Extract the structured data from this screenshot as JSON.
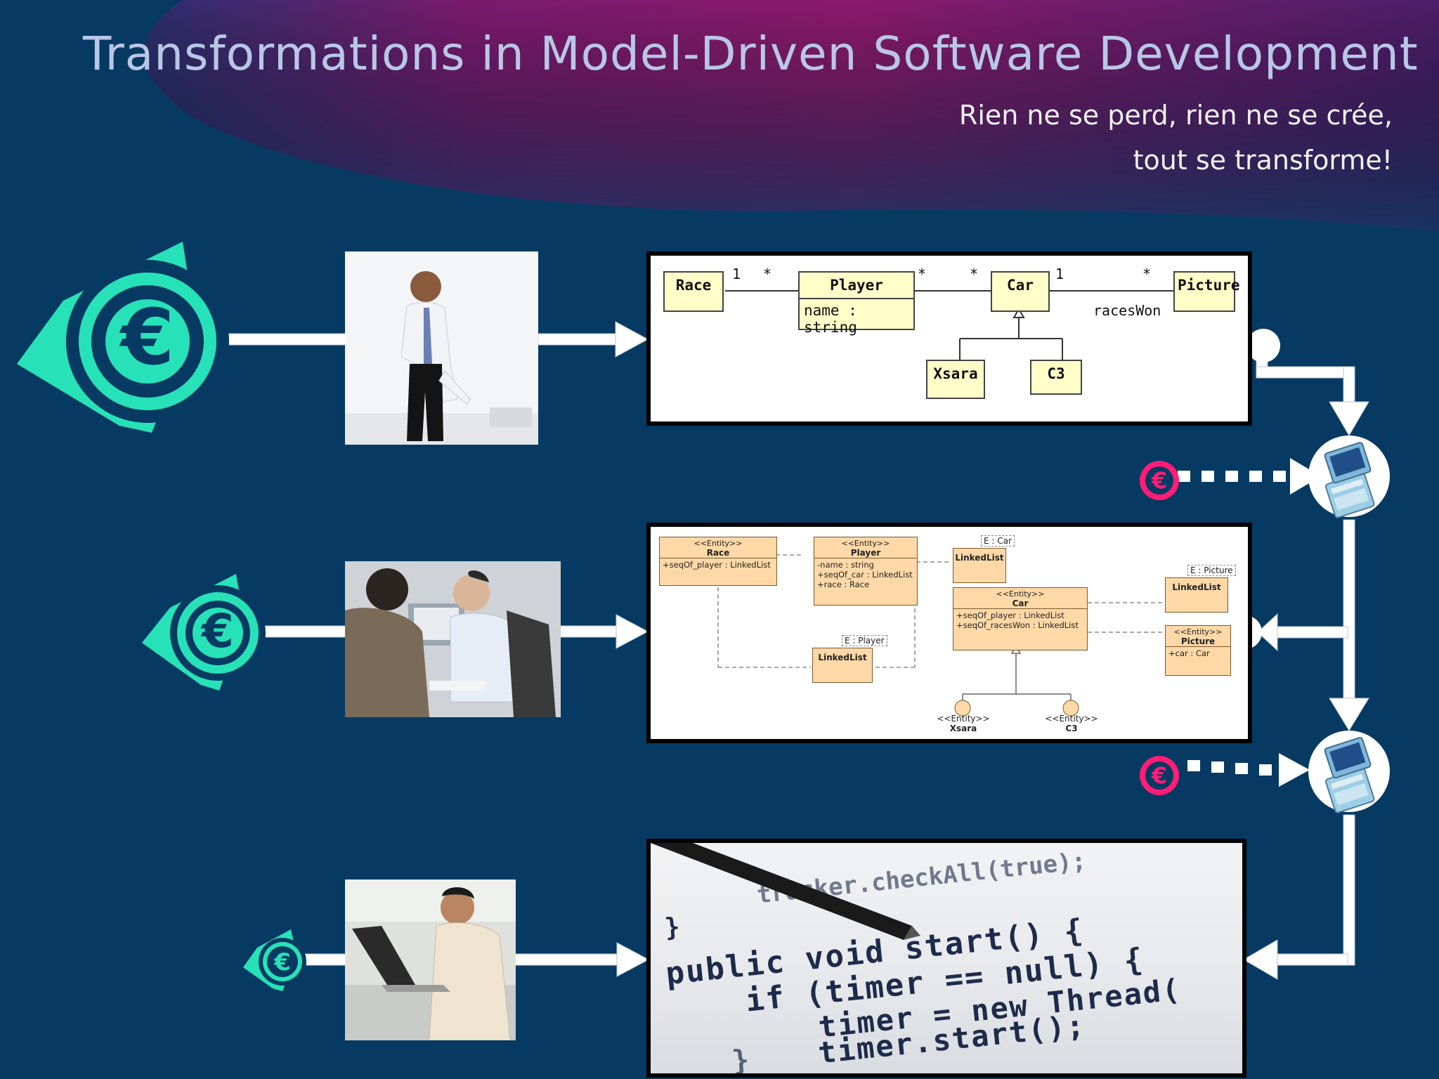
{
  "header": {
    "title": "Transformations in Model-Driven Software Development",
    "subtitle_line1": "Rien ne se perd, rien ne se crée,",
    "subtitle_line2": "tout se transforme!"
  },
  "colors": {
    "background": "#063a62",
    "header_gradient": [
      "#8d1a6b",
      "#4a1f6b"
    ],
    "euro_symbol": "#27e2b8",
    "euro_small": "#ff1d75",
    "arrow": "#ffffff"
  },
  "row1": {
    "photo": "businessman-photo",
    "uml": {
      "classes": [
        {
          "name": "Race"
        },
        {
          "name": "Player",
          "attributes": [
            "name : string"
          ]
        },
        {
          "name": "Car"
        },
        {
          "name": "Picture"
        },
        {
          "name": "Xsara"
        },
        {
          "name": "C3"
        }
      ],
      "multiplicities": {
        "race_player_left": "1",
        "race_player_right": "*",
        "player_car_left": "*",
        "player_car_right": "*",
        "car_picture_left": "1",
        "car_picture_right": "*"
      },
      "role": "racesWon"
    }
  },
  "row2": {
    "photo": "meeting-photo",
    "entities": {
      "stereotype": "<<Entity>>",
      "race": {
        "name": "Race",
        "attributes": [
          "+seqOf_player : LinkedList"
        ]
      },
      "player": {
        "name": "Player",
        "attributes": [
          "-name : string",
          "+seqOf_car : LinkedList",
          "+race : Race"
        ]
      },
      "car": {
        "name": "Car",
        "attributes": [
          "+seqOf_player : LinkedList",
          "+seqOf_racesWon : LinkedList"
        ]
      },
      "picture": {
        "name": "Picture",
        "attributes": [
          "+car : Car"
        ]
      },
      "linkedlist": "LinkedList",
      "tag_car": "E : Car",
      "tag_player": "E : Player",
      "tag_picture": "E : Picture",
      "xsara": "Xsara",
      "c3": "C3"
    }
  },
  "row3": {
    "photo": "programmer-photo",
    "code_lines": [
      "tracker.checkAll(true);",
      "}",
      "public void start() {",
      "    if (timer == null) {",
      "        timer = new Thread(",
      "        timer.start();",
      "    }"
    ]
  },
  "transformers": [
    "pda-icon",
    "pda-icon"
  ]
}
